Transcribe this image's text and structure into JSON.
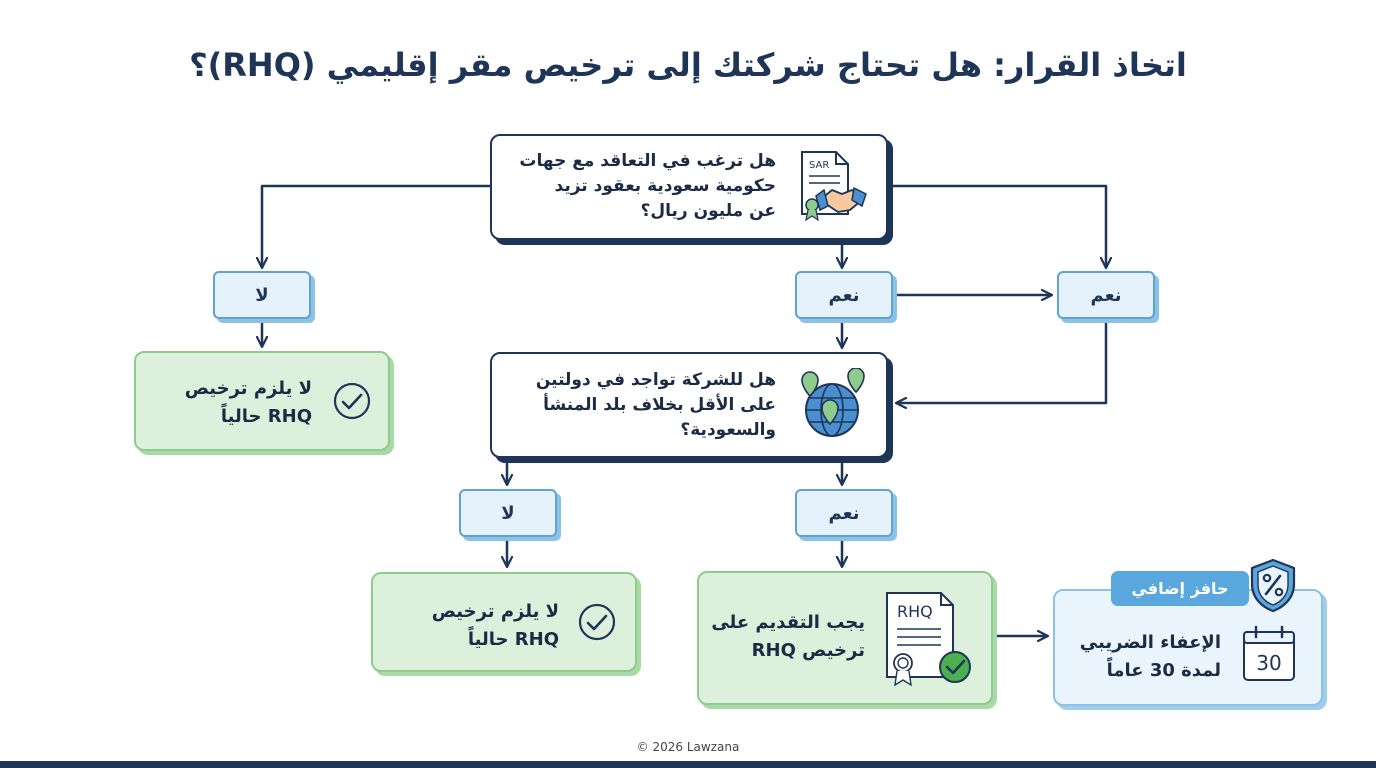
{
  "title": "اتخاذ القرار: هل تحتاج شركتك إلى ترخيص مقر إقليمي (RHQ)؟",
  "question1": {
    "lines": [
      "هل ترغب في التعاقد مع جهات",
      "حكومية سعودية بعقود تزيد",
      "عن مليون ريال؟"
    ],
    "icon": "contract-handshake-icon",
    "icon_text": "SAR"
  },
  "question2": {
    "lines": [
      "هل للشركة تواجد في دولتين",
      "على الأقل بخلاف بلد المنشأ",
      "والسعودية؟"
    ],
    "icon": "globe-locations-icon"
  },
  "labels": {
    "no": "لا",
    "yes": "نعم"
  },
  "outcome_not_required": {
    "lines": [
      "لا يلزم ترخيص",
      "RHQ حالياً"
    ],
    "icon": "check-circle-icon"
  },
  "outcome_required": {
    "lines": [
      "يجب التقديم على",
      "ترخيص RHQ"
    ],
    "icon": "certificate-icon",
    "icon_text": "RHQ"
  },
  "bonus": {
    "tag": "حافز إضافي",
    "lines": [
      "الإعفاء الضريبي",
      "لمدة 30 عاماً"
    ],
    "calendar_number": "30",
    "icon": "tax-shield-icon"
  },
  "footer": "© 2026 Lawzana",
  "colors": {
    "navy": "#1f3557",
    "blue_fill": "#e5f1fb",
    "blue_border": "#5fa2d4",
    "green_fill": "#ddf0dc",
    "green_border": "#8fcc8c",
    "tag_blue": "#5aa7de",
    "check_green": "#4caf50"
  }
}
